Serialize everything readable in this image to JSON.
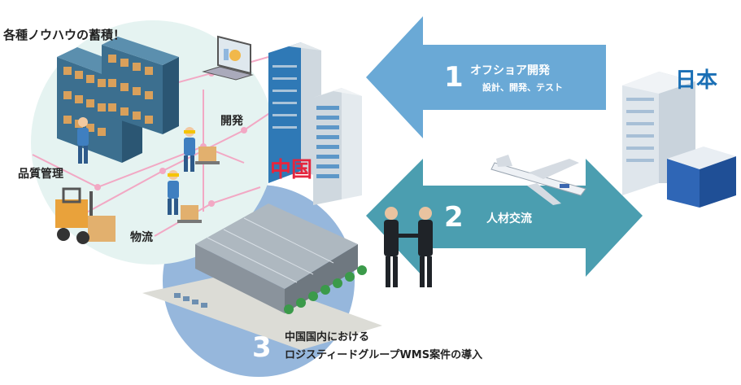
{
  "top_heading": "各種ノウハウの蓄積！",
  "labels": {
    "development": "開発",
    "quality_management": "品質管理",
    "logistics": "物流"
  },
  "countries": {
    "china": "中国",
    "japan": "日本"
  },
  "items": [
    {
      "number": "1",
      "title": "オフショア開発",
      "subtitle": "設計、開発、テスト"
    },
    {
      "number": "2",
      "title": "人材交流"
    },
    {
      "number": "3",
      "line1": "中国国内における",
      "line2": "ロジスティードグループWMS案件の導入"
    }
  ],
  "colors": {
    "arrow1": "#6aa9d6",
    "arrow2": "#4b9eb0",
    "circle_top": "#e5f3f1",
    "circle_bottom": "#96b7dc",
    "china": "#e5263e",
    "japan": "#1a6fb5",
    "building_blue": "#2f79b6"
  }
}
